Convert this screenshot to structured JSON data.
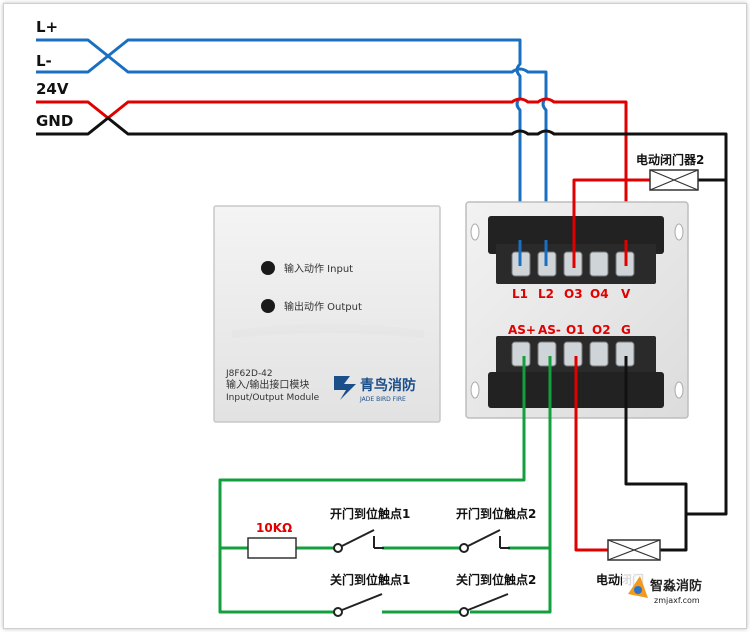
{
  "bus": {
    "l_plus": "L+",
    "l_minus": "L-",
    "v24": "24V",
    "gnd": "GND"
  },
  "module": {
    "led_input": "输入动作 Input",
    "led_output": "输出动作 Output",
    "model": "J8F62D-42",
    "name_cn": "输入/输出接口模块",
    "name_en": "Input/Output Module",
    "brand_cn": "青鸟消防",
    "brand_en": "JADE BIRD FIRE"
  },
  "terminals_top": [
    "L1",
    "L2",
    "O3",
    "O4",
    "V"
  ],
  "terminals_bottom": [
    "AS+",
    "AS-",
    "O1",
    "O2",
    "G"
  ],
  "devices": {
    "closer_top": "电动闭门器2",
    "closer_bottom": "电动闭门",
    "resistor": "10KΩ",
    "open_contact_1": "开门到位触点1",
    "open_contact_2": "开门到位触点2",
    "close_contact_1": "关门到位触点1",
    "close_contact_2": "关门到位触点2"
  },
  "watermark": {
    "text_cn": "智淼消防",
    "url": "zmjaxf.com"
  },
  "colors": {
    "blue": "#1a6fc0",
    "red": "#e00000",
    "green": "#12a03c",
    "black": "#111111"
  }
}
